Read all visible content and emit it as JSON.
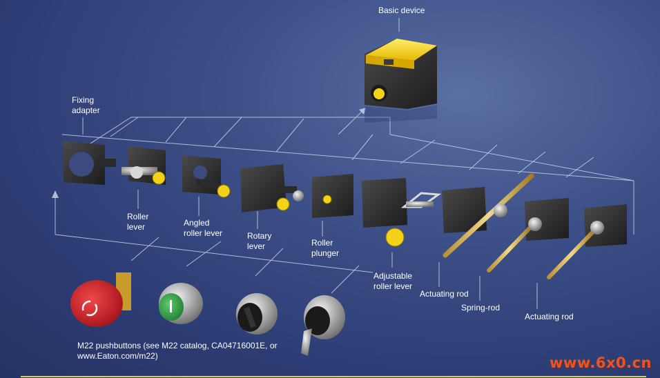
{
  "labels": {
    "basic_device": "Basic device",
    "fixing_adapter": "Fixing\nadapter",
    "roller_lever": "Roller\nlever",
    "angled_roller_lever": "Angled\nroller lever",
    "rotary_lever": "Rotary\nlever",
    "roller_plunger": "Roller\nplunger",
    "adjustable_roller_lever": "Adjustable\nroller lever",
    "actuating_rod_1": "Actuating rod",
    "spring_rod": "Spring-rod",
    "actuating_rod_2": "Actuating rod"
  },
  "caption": "M22 pushbuttons (see M22 catalog, CA04716001E, or www.Eaton.com/m22)",
  "watermark": "www.6x0.cn",
  "colors": {
    "background": "#34457d",
    "device_yellow": "#f2d21b",
    "device_black": "#2a2a2a",
    "estop_red": "#d6202a",
    "button_green": "#2fa04a",
    "rod_gold": "#d7b45a",
    "watermark": "#e8552a"
  }
}
